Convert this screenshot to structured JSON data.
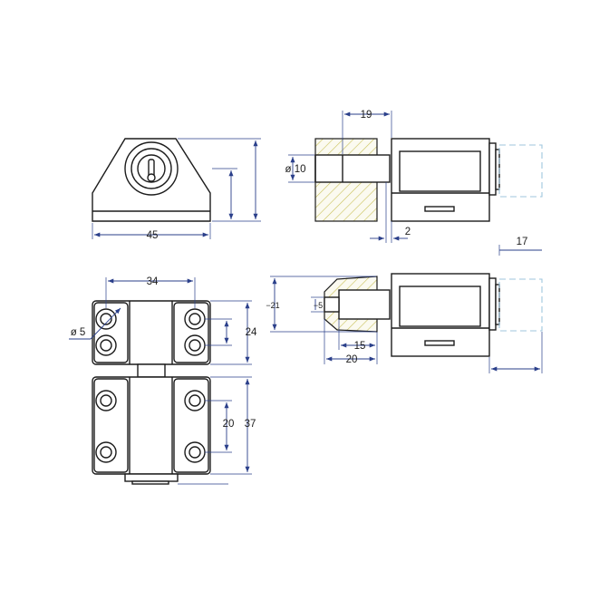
{
  "dimensions": {
    "front_width": "45",
    "top_width": "19",
    "bolt_diameter": "ø 10",
    "gap": "2",
    "ghost_travel": "17",
    "hole_spacing_horizontal": "34",
    "hole_diameter": "ø 5",
    "upper_block_height": "24",
    "lower_hole_spacing": "20",
    "lower_block_height": "37",
    "outer_diameter": "−21",
    "inner_diameter": "−5",
    "depth_15": "15",
    "depth_20": "20"
  },
  "colors": {
    "outline": "#1c1c1c",
    "dimension": "#2a3f8a",
    "hatch": "#c9c25a",
    "ghost": "#9fc6de"
  }
}
